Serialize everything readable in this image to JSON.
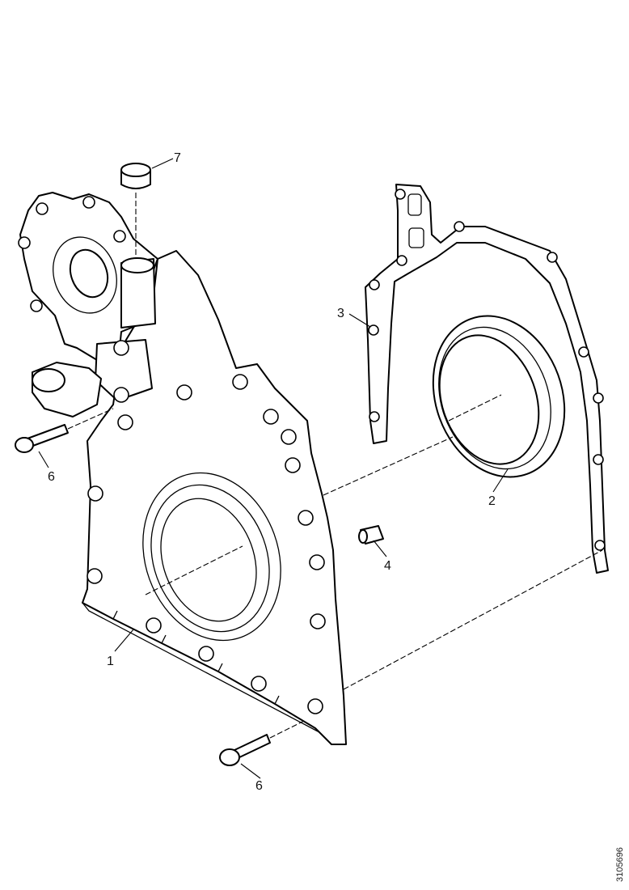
{
  "diagram": {
    "callouts": {
      "c1": "1",
      "c2": "2",
      "c3": "3",
      "c4": "4",
      "c6a": "6",
      "c6b": "6",
      "c7": "7"
    },
    "document_id": "3105696"
  }
}
